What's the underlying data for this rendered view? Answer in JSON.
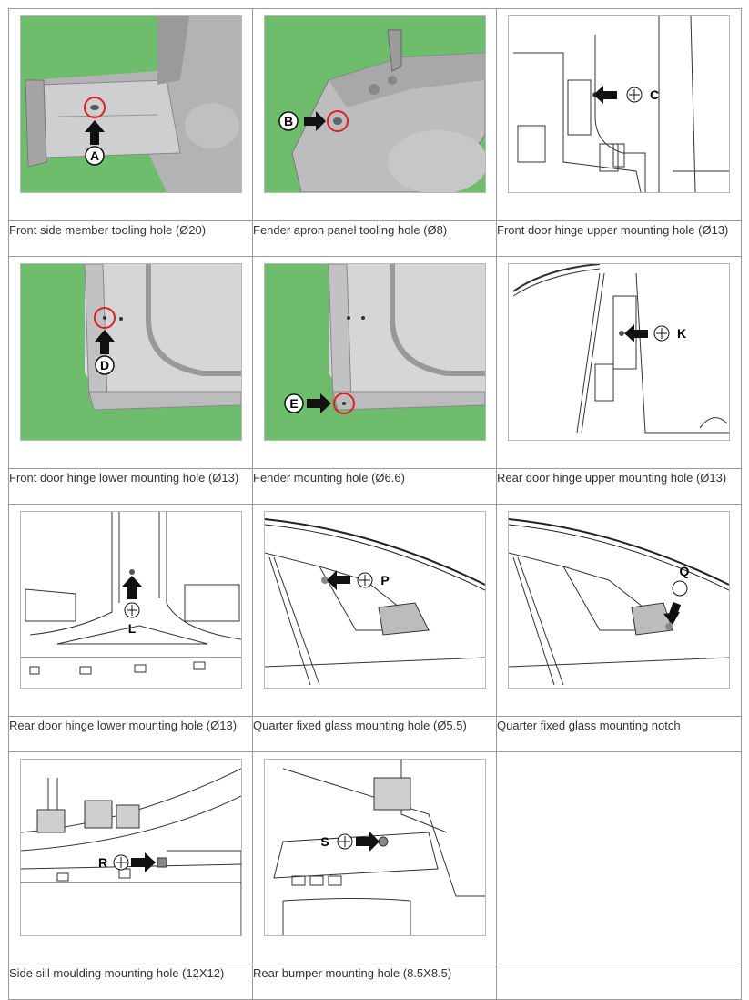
{
  "cells": [
    {
      "label": "A",
      "caption": "Front side member tooling hole (Ø20)"
    },
    {
      "label": "B",
      "caption": "Fender apron panel tooling hole (Ø8)"
    },
    {
      "label": "C",
      "caption": "Front door hinge upper mounting hole (Ø13)"
    },
    {
      "label": "D",
      "caption": "Front door hinge lower mounting hole (Ø13)"
    },
    {
      "label": "E",
      "caption": "Fender mounting hole (Ø6.6)"
    },
    {
      "label": "K",
      "caption": "Rear door hinge upper mounting hole (Ø13)"
    },
    {
      "label": "L",
      "caption": "Rear door hinge lower mounting hole (Ø13)"
    },
    {
      "label": "P",
      "caption": "Quarter fixed glass mounting hole (Ø5.5)"
    },
    {
      "label": "Q",
      "caption": "Quarter fixed glass mounting notch"
    },
    {
      "label": "R",
      "caption": "Side sill moulding mounting hole (12X12)"
    },
    {
      "label": "S",
      "caption": "Rear bumper mounting hole (8.5X8.5)"
    }
  ],
  "colors": {
    "background_green": "#6dbd6d",
    "panel_gray": "#c9c9cb",
    "highlight_red": "#e02020",
    "border": "#9a9a9a"
  }
}
